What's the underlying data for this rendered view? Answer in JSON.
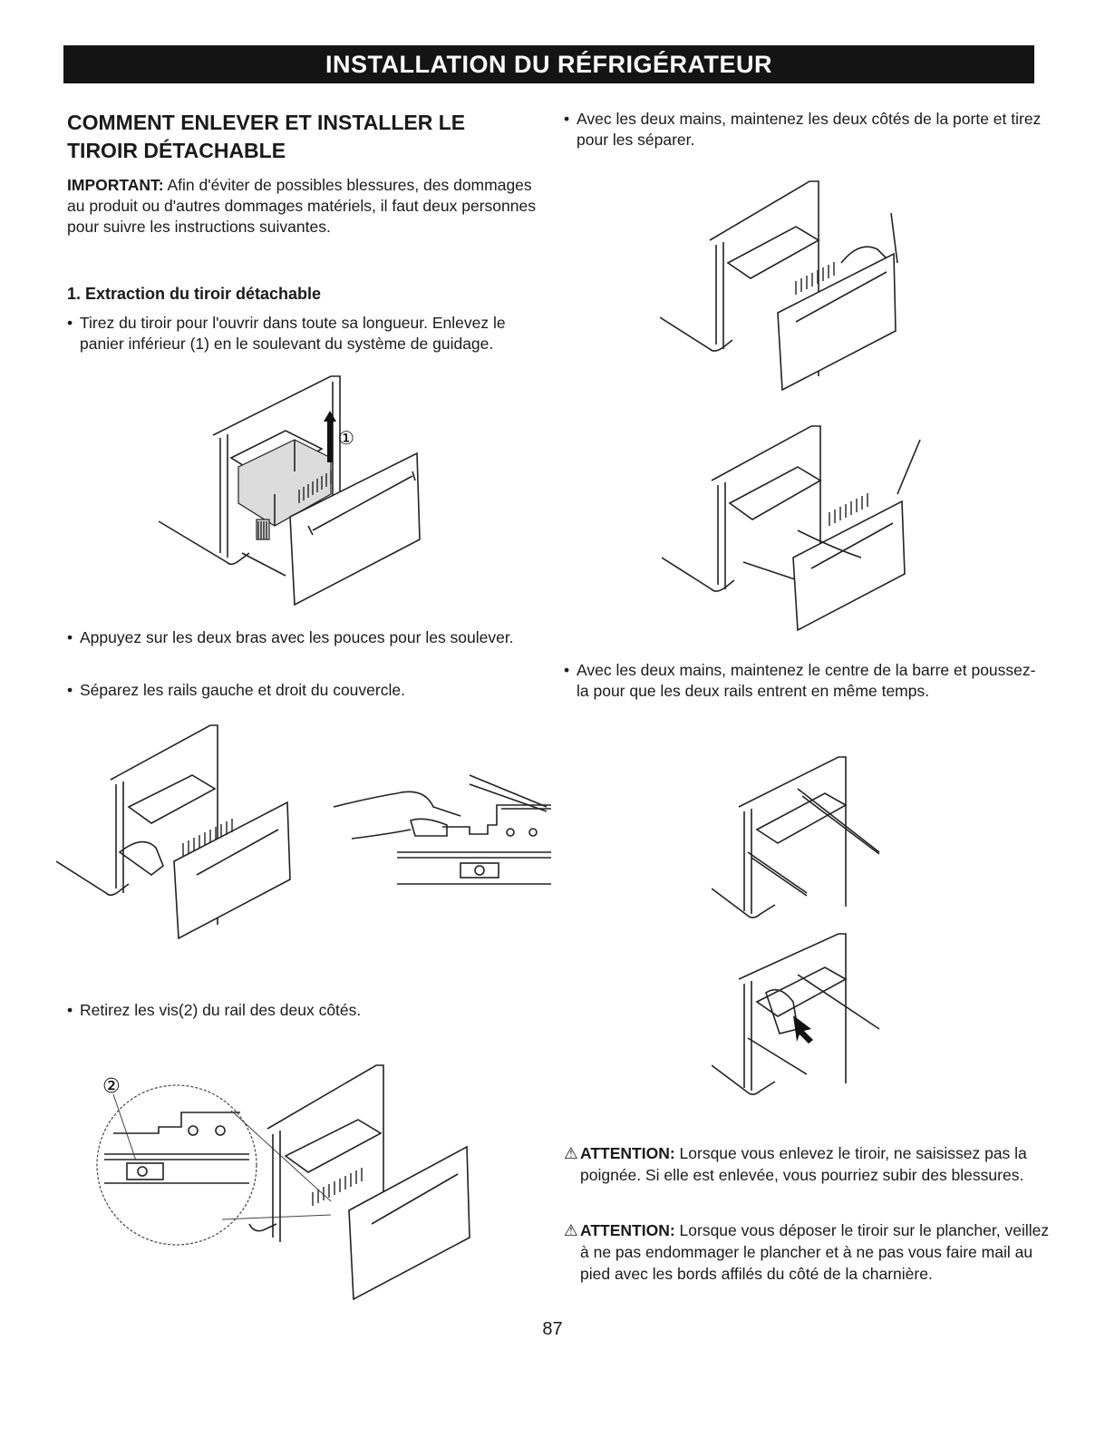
{
  "header": {
    "title": "INSTALLATION DU RÉFRIGÉRATEUR"
  },
  "left": {
    "heading": "COMMENT ENLEVER ET INSTALLER LE TIROIR DÉTACHABLE",
    "important_label": "IMPORTANT:",
    "important_text": " Afin d'éviter de possibles blessures, des dommages au produit ou d'autres dommages matériels, il faut deux personnes pour suivre les instructions suivantes.",
    "step1": "1. Extraction du tiroir détachable",
    "bullet1": "Tirez du tiroir pour l'ouvrir dans toute sa longueur. Enlevez le panier inférieur (1) en le soulevant du système de guidage.",
    "callout1": "①",
    "bullet2": "Appuyez sur les deux bras avec les pouces pour les soulever.",
    "bullet3": "Séparez les rails gauche et droit du couvercle.",
    "bullet4": "Retirez les vis(2) du rail des deux côtés.",
    "callout2": "②"
  },
  "right": {
    "bullet1": "Avec les deux mains, maintenez les deux côtés de la porte et tirez pour les séparer.",
    "bullet2": "Avec les deux mains, maintenez le centre de la barre et poussez-la pour que les deux rails entrent en même temps.",
    "attention1_label": "ATTENTION:",
    "attention1_text": " Lorsque vous enlevez le tiroir, ne saisissez pas la poignée. Si elle est enlevée, vous pourriez subir des blessures.",
    "attention2_label": "ATTENTION:",
    "attention2_text": " Lorsque vous déposer le tiroir sur le plancher, veillez à ne pas endommager le plancher et à ne pas vous faire mail au pied avec les bords affilés du côté de la charnière."
  },
  "footer": {
    "page_number": "87"
  },
  "icons": {
    "bullet": "bullet-dot-icon",
    "warning": "warning-triangle-icon"
  }
}
